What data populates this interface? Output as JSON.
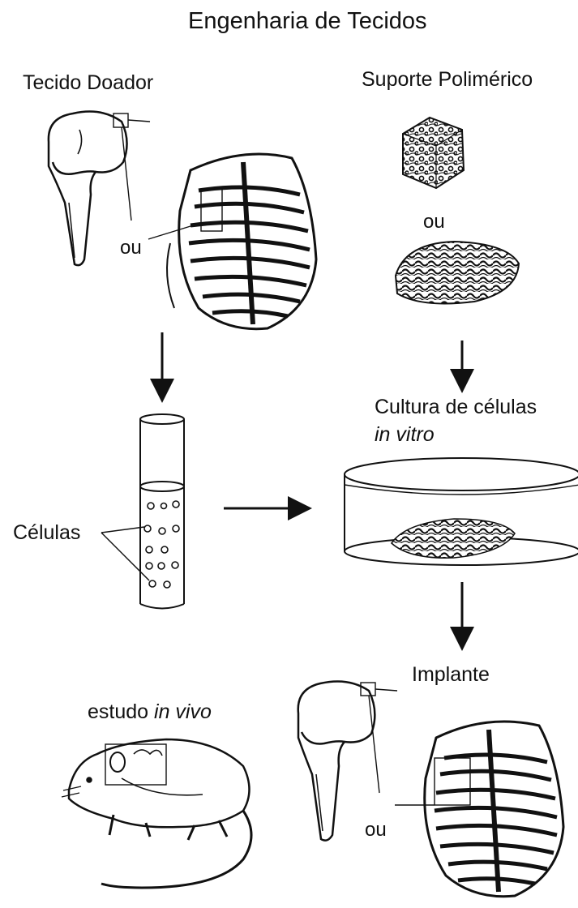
{
  "title": "Engenharia de Tecidos",
  "labels": {
    "tecido_doador": "Tecido Doador",
    "suporte_polimerico": "Suporte Polimérico",
    "ou": "ou",
    "cultura_line1": "Cultura de células",
    "cultura_line2": "in vitro",
    "celulas": "Células",
    "implante": "Implante",
    "estudo": "estudo",
    "in_vivo": "in vivo"
  }
}
